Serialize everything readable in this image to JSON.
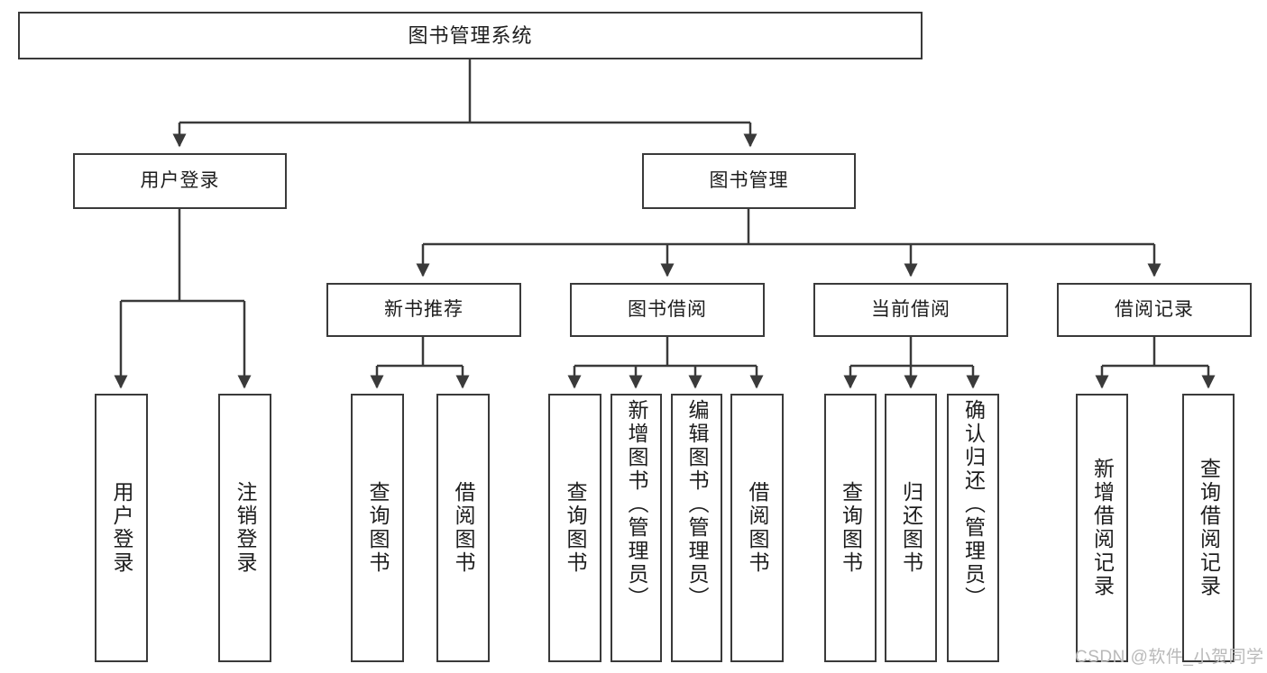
{
  "diagram": {
    "title": "图书管理系统",
    "type": "functional-decomposition-tree",
    "colors": {
      "stroke": "#3a3a3a",
      "fill": "#ffffff",
      "text": "#1d1d1d",
      "watermark": "#b9b9b9"
    },
    "nodes": {
      "root": {
        "label": "图书管理系统"
      },
      "level2": [
        {
          "id": "user-login",
          "label": "用户登录"
        },
        {
          "id": "book-management",
          "label": "图书管理"
        }
      ],
      "level3": [
        {
          "id": "new-book-recommend",
          "label": "新书推荐"
        },
        {
          "id": "book-borrow",
          "label": "图书借阅"
        },
        {
          "id": "current-borrow",
          "label": "当前借阅"
        },
        {
          "id": "borrow-record",
          "label": "借阅记录"
        }
      ],
      "leaves": {
        "user_login": [
          {
            "id": "leaf-user-login",
            "label": "用户登录"
          },
          {
            "id": "leaf-logout-login",
            "label": "注销登录"
          }
        ],
        "new_book_recommend": [
          {
            "id": "leaf-query-book-1",
            "label": "查询图书"
          },
          {
            "id": "leaf-borrow-book-1",
            "label": "借阅图书"
          }
        ],
        "book_borrow": [
          {
            "id": "leaf-query-book-2",
            "label": "查询图书"
          },
          {
            "id": "leaf-add-book",
            "label": "新增图书（管理员）"
          },
          {
            "id": "leaf-edit-book",
            "label": "编辑图书（管理员）"
          },
          {
            "id": "leaf-borrow-book-2",
            "label": "借阅图书"
          }
        ],
        "current_borrow": [
          {
            "id": "leaf-query-book-3",
            "label": "查询图书"
          },
          {
            "id": "leaf-return-book",
            "label": "归还图书"
          },
          {
            "id": "leaf-confirm-return",
            "label": "确认归还（管理员）"
          }
        ],
        "borrow_record": [
          {
            "id": "leaf-add-record",
            "label": "新增借阅记录"
          },
          {
            "id": "leaf-query-record",
            "label": "查询借阅记录"
          }
        ]
      }
    },
    "watermark": "CSDN @软件_小贺同学"
  }
}
